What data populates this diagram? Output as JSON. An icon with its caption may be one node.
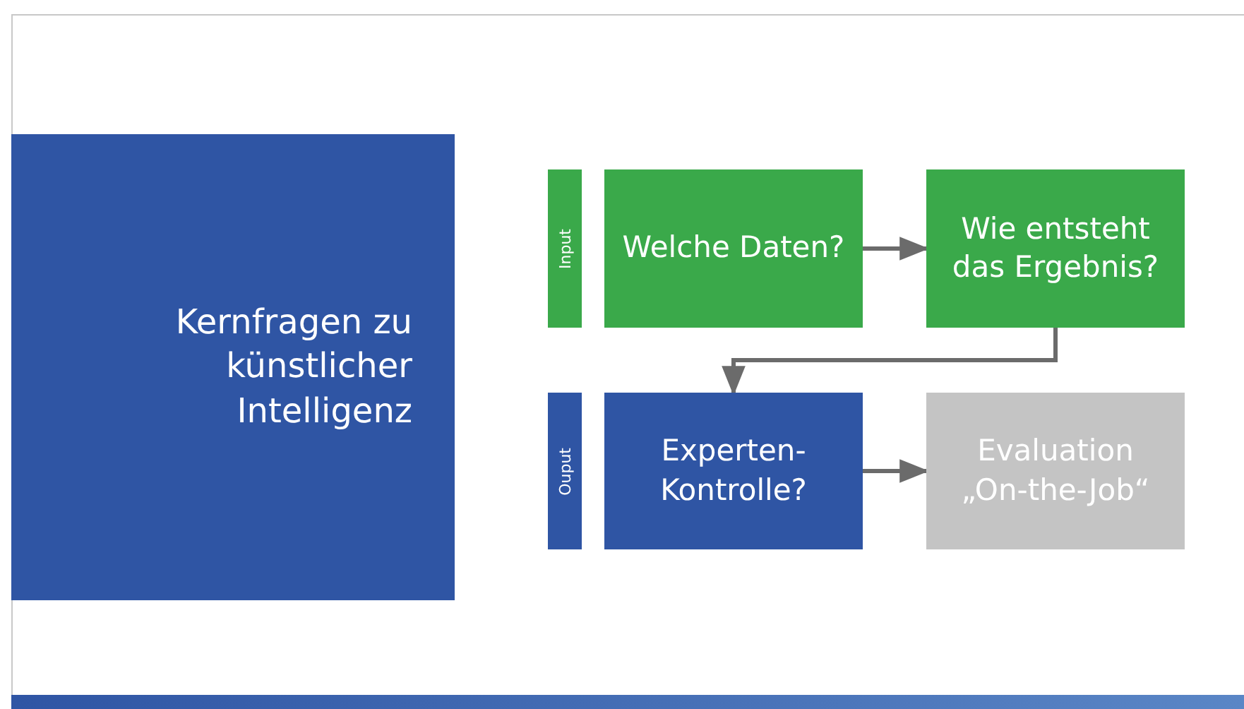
{
  "diagram": {
    "nodes": [
      {
        "text": [
          "Kernfragen zu künstlicher Intelligenz"
        ]
      },
      {
        "text": [
          "Input"
        ]
      },
      {
        "text": [
          "Welche Daten?"
        ]
      },
      {
        "text": [
          "Wie entsteht das Ergebnis?"
        ]
      },
      {
        "text": [
          "Ouput"
        ]
      },
      {
        "text": [
          "Experten- Kontrolle?"
        ]
      },
      {
        "text": [
          "Evaluation „On-the-Job“"
        ]
      }
    ],
    "edges": [
      {
        "from": 2,
        "to": 3,
        "arrow": "to"
      },
      {
        "from": 3,
        "to": 5,
        "arrow": "to"
      },
      {
        "from": 5,
        "to": 6,
        "arrow": "to"
      }
    ]
  }
}
